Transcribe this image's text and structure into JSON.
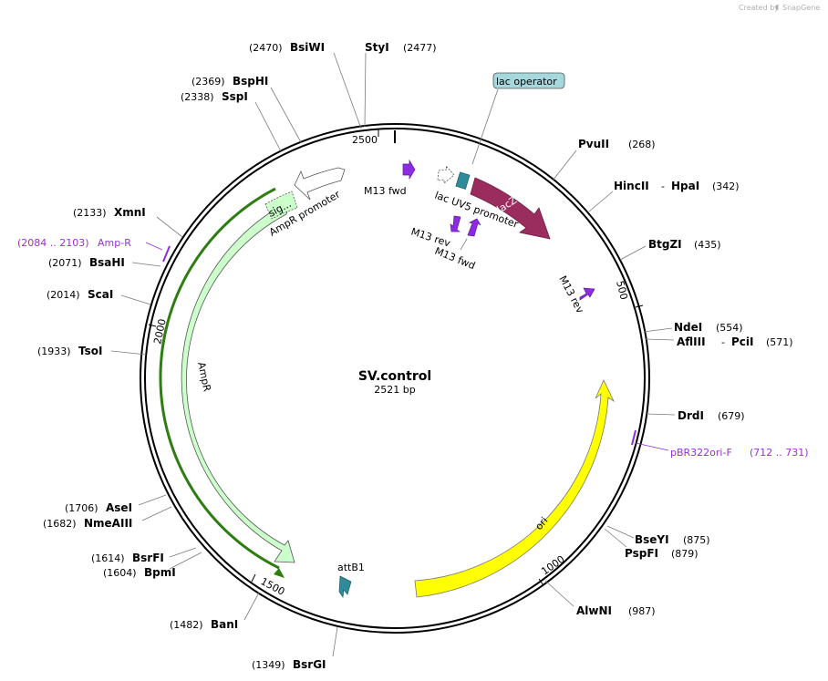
{
  "watermark": {
    "created_by": "Created by",
    "brand": "SnapGene"
  },
  "plasmid": {
    "name": "SV.control",
    "size": "2521 bp",
    "length_bp": 2521
  },
  "restriction_sites": [
    {
      "name": "BsiWI",
      "pos": "(2470)"
    },
    {
      "name": "StyI",
      "pos": "(2477)"
    },
    {
      "name": "BspHI",
      "pos": "(2369)"
    },
    {
      "name": "SspI",
      "pos": "(2338)"
    },
    {
      "name": "PvuII",
      "pos": "(268)"
    },
    {
      "name": "HincII",
      "pos": "(342)",
      "extra": "HpaI"
    },
    {
      "name": "BtgZI",
      "pos": "(435)"
    },
    {
      "name": "NdeI",
      "pos": "(554)"
    },
    {
      "name": "AflIII",
      "pos": "(571)",
      "extra": "PciI"
    },
    {
      "name": "DrdI",
      "pos": "(679)"
    },
    {
      "name": "BseYI",
      "pos": "(875)"
    },
    {
      "name": "PspFI",
      "pos": "(879)"
    },
    {
      "name": "AlwNI",
      "pos": "(987)"
    },
    {
      "name": "BsrGI",
      "pos": "(1349)"
    },
    {
      "name": "BanI",
      "pos": "(1482)"
    },
    {
      "name": "BsrFI",
      "pos": "(1614)"
    },
    {
      "name": "BpmI",
      "pos": "(1604)"
    },
    {
      "name": "AseI",
      "pos": "(1706)"
    },
    {
      "name": "NmeAIII",
      "pos": "(1682)"
    },
    {
      "name": "TsoI",
      "pos": "(1933)"
    },
    {
      "name": "ScaI",
      "pos": "(2014)"
    },
    {
      "name": "BsaHI",
      "pos": "(2071)"
    },
    {
      "name": "XmnI",
      "pos": "(2133)"
    }
  ],
  "primer_sites": [
    {
      "name": "Amp-R",
      "range": "(2084 .. 2103)"
    },
    {
      "name": "pBR322ori-F",
      "range": "(712 .. 731)"
    }
  ],
  "features": {
    "lac_operator": "lac operator",
    "lacZa": "lacZα",
    "lac_uv5": "lac UV5 promoter",
    "m13_fwd_outer": "M13 fwd",
    "m13_rev_inner": "M13 rev",
    "m13_fwd_inner": "M13 fwd",
    "m13_rev_right": "M13 rev",
    "ampr_promoter": "AmpR promoter",
    "sig": "sig...",
    "ampr": "AmpR",
    "ori": "ori",
    "attb1": "attB1"
  },
  "ticks": {
    "t2500": "2500",
    "t500": "500",
    "t1000": "1000",
    "t1500": "1500",
    "t2000": "2000"
  },
  "colors": {
    "lacZa": "#9b2d5e",
    "lac_operator": "#2f8a9a",
    "lac_operator_label_bg": "#a5d7dc",
    "primer": "#8c2be2",
    "ampr_fill": "#ccffcc",
    "ampr_outline": "#2e7d12",
    "ori": "#ffff00",
    "attb1": "#2f8a9a"
  }
}
